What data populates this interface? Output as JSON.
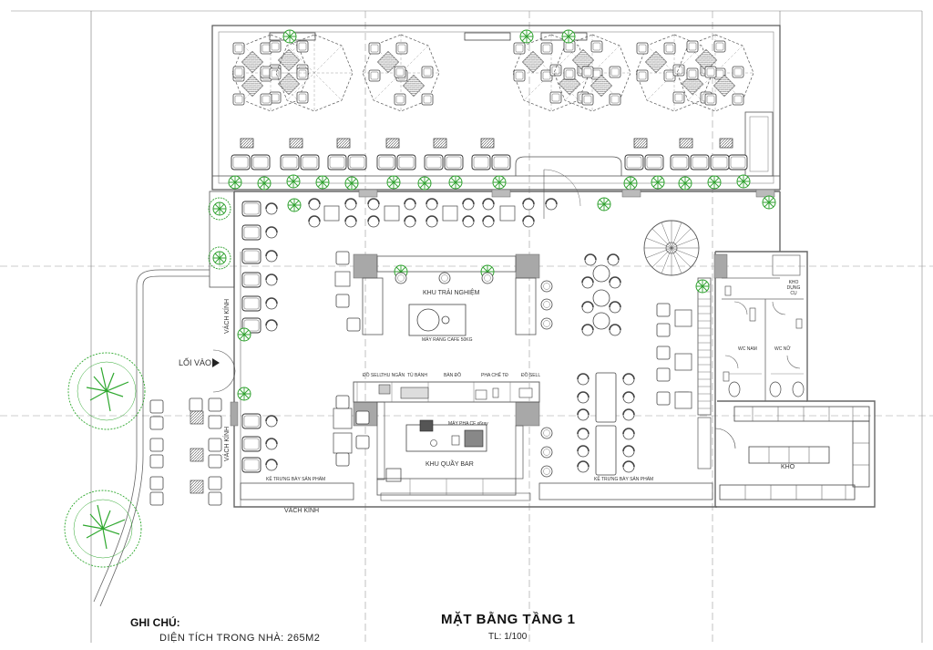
{
  "title": "MẶT BẰNG TẦNG 1",
  "scale": "TL: 1/100",
  "notes": {
    "heading": "GHI CHÚ:",
    "area": "DIỆN TÍCH TRONG NHÀ: 265M2"
  },
  "labels": {
    "entrance": "LỐI VÀO",
    "glass_wall": "VÁCH KÍNH",
    "glass_wall_2": "VÁCH KÍNH",
    "glass_wall_3": "VÁCH KÍNH",
    "experience_zone": "KHU TRẢI NGHIỆM",
    "coffee_machine": "MÁY RANG CAFE 50KG",
    "bar_zone": "KHU QUẦY BAR",
    "espresso_machine": "MÁY PHA CF x6ray",
    "storage": "KHO",
    "wc_male": "WC NAM",
    "wc_female": "WC NỮ",
    "wc_storage": "KHO DỤNG CỤ",
    "display_shelf_left": "KỆ TRƯNG BÀY SẢN PHẨM",
    "display_shelf_right": "KỆ TRƯNG BÀY SẢN PHẨM",
    "counter_1": "ĐỒ SELL",
    "counter_2": "THU NGÂN",
    "counter_3": "TỦ BÁNH",
    "counter_4": "BÀN ĐỒ",
    "counter_5": "PHA CHẾ TĐ",
    "counter_6": "ĐỒ SELL"
  },
  "colors": {
    "wall": "#777777",
    "line": "#555555",
    "grid": "#9a9a9a",
    "tree": "#2ea82e",
    "plant": "#2fa12f",
    "column": "#a8a8a8",
    "paper": "#ffffff"
  }
}
